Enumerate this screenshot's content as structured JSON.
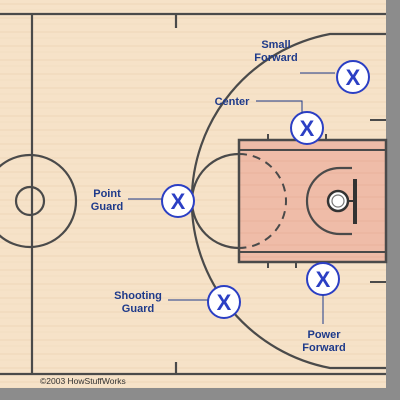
{
  "colors": {
    "floor": "#f6e2c8",
    "lane": "#efbca8",
    "line": "#4a4a4a",
    "border": "#8c8c8c",
    "marker": "#2b3fc4",
    "label": "#1e3a8a"
  },
  "marker_symbol": "X",
  "positions": {
    "small_forward": {
      "line1": "Small",
      "line2": "Forward"
    },
    "center": {
      "line1": "Center"
    },
    "point_guard": {
      "line1": "Point",
      "line2": "Guard"
    },
    "shooting_guard": {
      "line1": "Shooting",
      "line2": "Guard"
    },
    "power_forward": {
      "line1": "Power",
      "line2": "Forward"
    }
  },
  "copyright": "©2003 HowStuffWorks"
}
